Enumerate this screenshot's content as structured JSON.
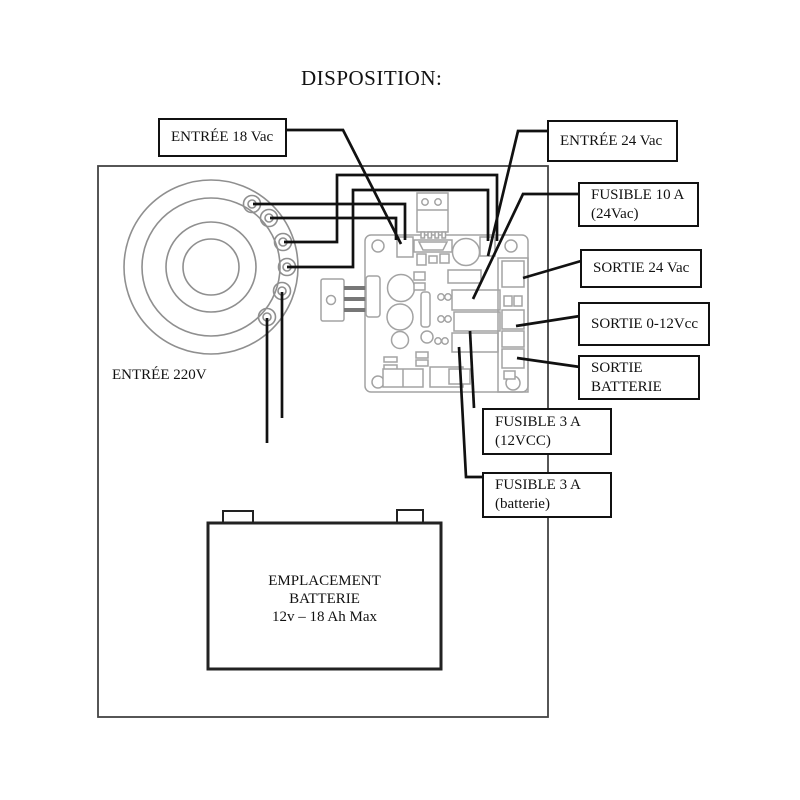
{
  "title": "DISPOSITION:",
  "diagram": {
    "labels": {
      "entree_18": "ENTRÉE 18 Vac",
      "entree_24": "ENTRÉE 24 Vac",
      "fusible_10_line1": "FUSIBLE 10 A",
      "fusible_10_line2": "(24Vac)",
      "sortie_24": "SORTIE 24 Vac",
      "sortie_012": "SORTIE 0-12Vcc",
      "sortie_batterie_line1": "SORTIE",
      "sortie_batterie_line2": "BATTERIE",
      "fusible_3_12_line1": "FUSIBLE 3 A",
      "fusible_3_12_line2": "(12VCC)",
      "fusible_3_batt_line1": "FUSIBLE 3 A",
      "fusible_3_batt_line2": "(batterie)",
      "entree_220": "ENTRÉE 220V"
    },
    "battery": {
      "line1": "EMPLACEMENT",
      "line2": "BATTERIE",
      "line3": "12v – 18 Ah  Max"
    },
    "colors": {
      "wire": "#111111",
      "enclosure": "#444444",
      "component": "#9d9d9d",
      "background": "#ffffff"
    }
  }
}
